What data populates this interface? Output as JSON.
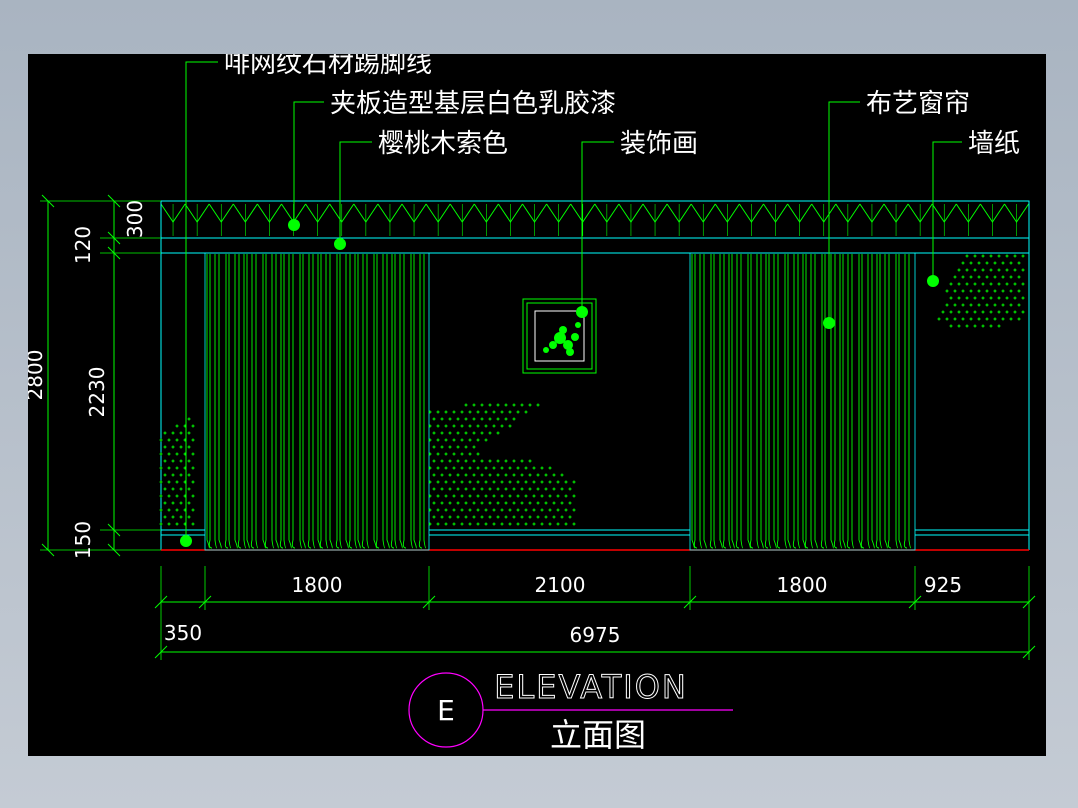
{
  "drawing": {
    "callouts": [
      {
        "text": "啡网纹石材踢脚线"
      },
      {
        "text": "夹板造型基层白色乳胶漆"
      },
      {
        "text": "樱桃木索色"
      },
      {
        "text": "装饰画"
      },
      {
        "text": "布艺窗帘"
      },
      {
        "text": "墙纸"
      }
    ],
    "vertical_dims": {
      "total": "2800",
      "top": "300",
      "band": "120",
      "middle": "2230",
      "bottom": "150"
    },
    "horizontal_dims": {
      "first": "350",
      "segments": [
        "1800",
        "2100",
        "1800",
        "925"
      ],
      "total": "6975"
    },
    "title_block": {
      "marker": "E",
      "title_en": "ELEVATION",
      "title_cn": "立面图"
    },
    "colors": {
      "background": "#000000",
      "frame": "#00ffff",
      "curtain": "#00ff00",
      "dimension": "#00ff00",
      "text": "#ffffff",
      "title_line": "#ff00ff",
      "floor_line": "#ff0000",
      "marker_dot": "#00ff00"
    }
  }
}
